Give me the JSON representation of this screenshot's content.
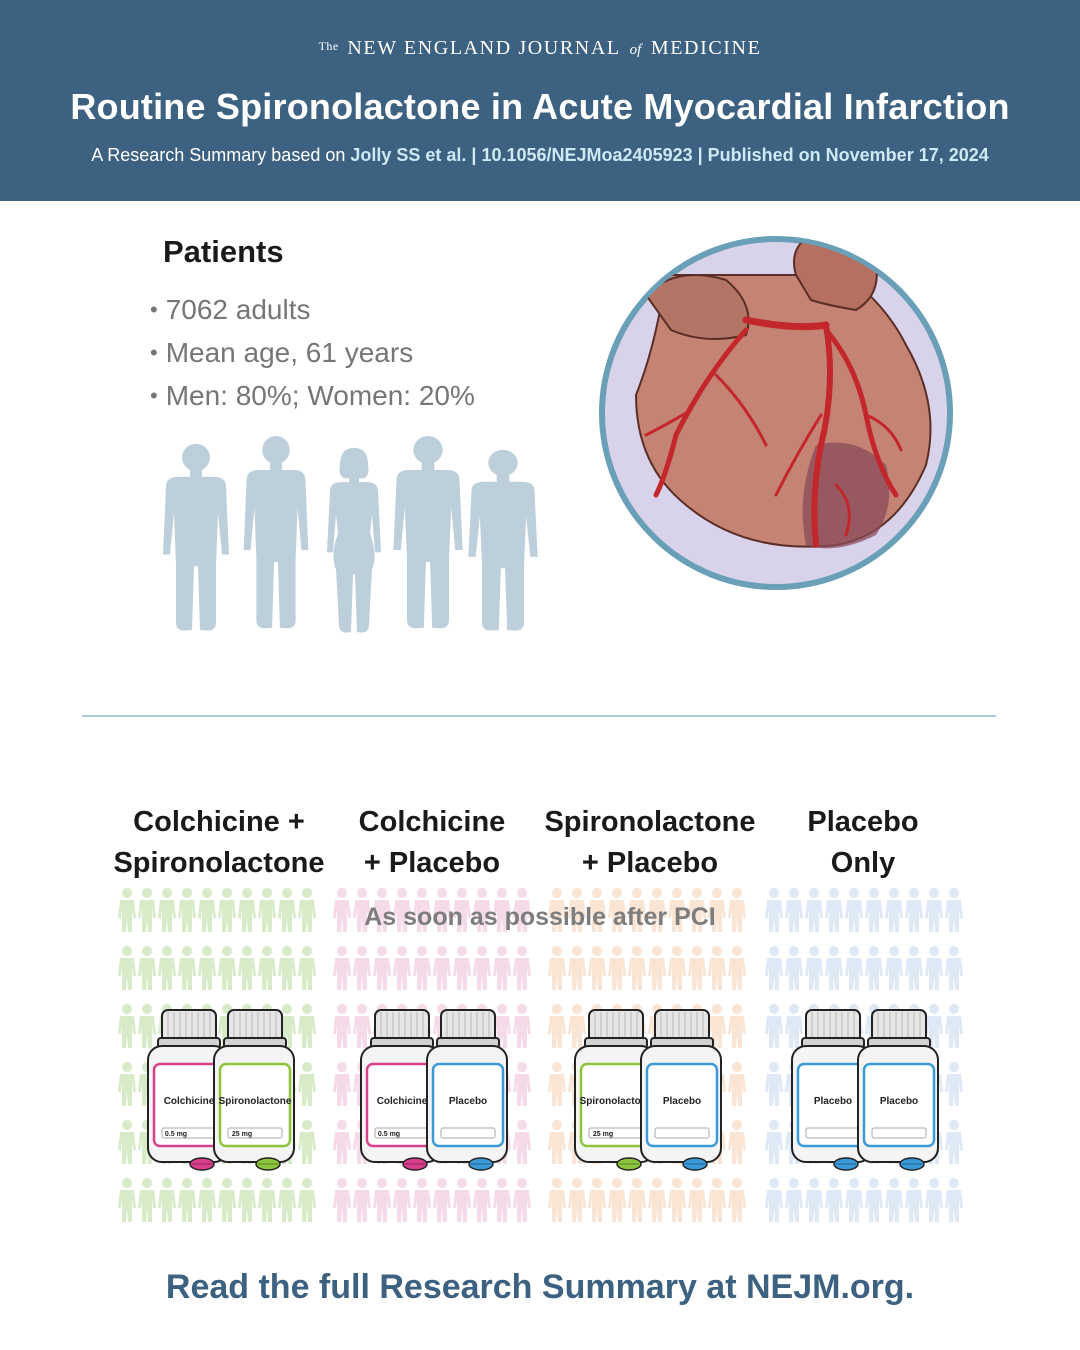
{
  "header": {
    "journal_the": "The",
    "journal_part1": "NEW ENGLAND JOURNAL",
    "journal_of": "of",
    "journal_part2": "MEDICINE",
    "title": "Routine Spironolactone in Acute Myocardial Infarction",
    "subtitle_prefix": "A Research Summary based on ",
    "subtitle_citation": "Jolly SS et al. | 10.1056/NEJMoa2405923 | Published on November 17, 2024"
  },
  "patients": {
    "heading": "Patients",
    "items": [
      "7062 adults",
      "Mean age, 61 years",
      "Men: 80%; Women: 20%"
    ]
  },
  "groups": [
    {
      "line1": "Colchicine +",
      "line2": "Spironolactone",
      "bottle1": "Colchicine",
      "bottle1_dose": "0.5 mg",
      "bottle2": "Spironolactone",
      "bottle2_dose": "25 mg",
      "color": "#a8d58a"
    },
    {
      "line1": "Colchicine",
      "line2": "+ Placebo",
      "bottle1": "Colchicine",
      "bottle1_dose": "0.5 mg",
      "bottle2": "Placebo",
      "bottle2_dose": "",
      "color": "#eab0d0"
    },
    {
      "line1": "Spironolactone",
      "line2": "+ Placebo",
      "bottle1": "Spironolactone",
      "bottle1_dose": "25 mg",
      "bottle2": "Placebo",
      "bottle2_dose": "",
      "color": "#f5c5a0"
    },
    {
      "line1": "Placebo",
      "line2": "Only",
      "bottle1": "Placebo",
      "bottle1_dose": "",
      "bottle2": "Placebo",
      "bottle2_dose": "",
      "color": "#b9cdea"
    }
  ],
  "timing": "As soon as possible after PCI",
  "footer": "Read the full Research Summary at NEJM.org.",
  "colors": {
    "header_bg": "#3d6180",
    "silhouette": "#bccfda",
    "colchicine": "#d8408c",
    "spironolactone": "#8cc43c",
    "placebo": "#3b9ad8"
  }
}
